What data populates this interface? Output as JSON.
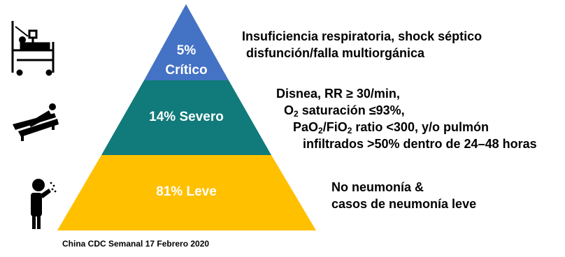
{
  "pyramid": {
    "tiers": [
      {
        "id": "critico",
        "percent": "5%",
        "name": "Crítico",
        "color": "#4472c4",
        "icon": "hospital-bed-icon",
        "description": [
          "Insuficiencia respiratoria, shock séptico",
          "disfunción/falla multiorgánica"
        ]
      },
      {
        "id": "severo",
        "percent": "14%",
        "name": "Severo",
        "label": "14% Severo",
        "color": "#117a7a",
        "icon": "reclining-patient-icon",
        "description_parts": {
          "line1": "Disnea, RR ≥ 30/min,",
          "line2_pre": "O",
          "line2_sub": "2",
          "line2_post": " saturación ≤93%,",
          "line3_pre": "PaO",
          "line3_sub1": "2",
          "line3_mid": "/FiO",
          "line3_sub2": "2",
          "line3_post": " ratio <300, y/o pulmón",
          "line4": "infiltrados >50% dentro de 24–48 horas"
        }
      },
      {
        "id": "leve",
        "percent": "81%",
        "name": "Leve",
        "label": "81% Leve",
        "color": "#ffc000",
        "icon": "coughing-person-icon",
        "description": [
          "No neumonía &",
          "casos de neumonía leve"
        ]
      }
    ]
  },
  "source": "China CDC Semanal 17 Febrero 2020"
}
